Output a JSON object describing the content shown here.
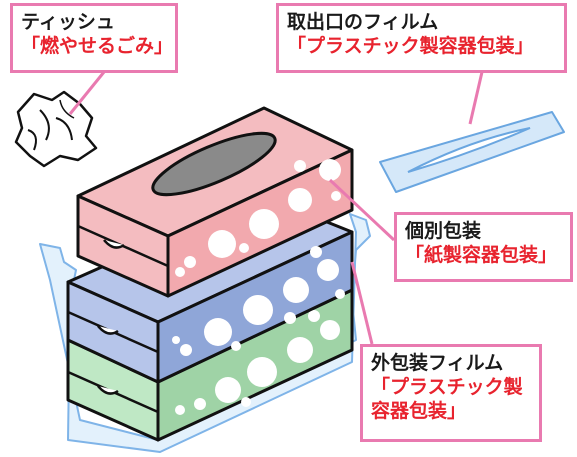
{
  "labels": {
    "tissue": {
      "title": "ティッシュ",
      "category": "「燃やせるごみ」"
    },
    "opening_film": {
      "title": "取出口のフィルム",
      "category": "「プラスチック製容器包装」"
    },
    "individual_wrap": {
      "title": "個別包装",
      "category": "「紙製容器包装」"
    },
    "outer_film": {
      "title": "外包装フィルム",
      "category_line1": "「プラスチック製",
      "category_line2": "容器包装」"
    }
  },
  "colors": {
    "leader": "#e97ab0",
    "category_text": "#e8232e",
    "box_pink": "#f2a9ae",
    "box_blue": "#8fa6d8",
    "box_green": "#9fd3a6",
    "film": "#cfe4f7"
  }
}
